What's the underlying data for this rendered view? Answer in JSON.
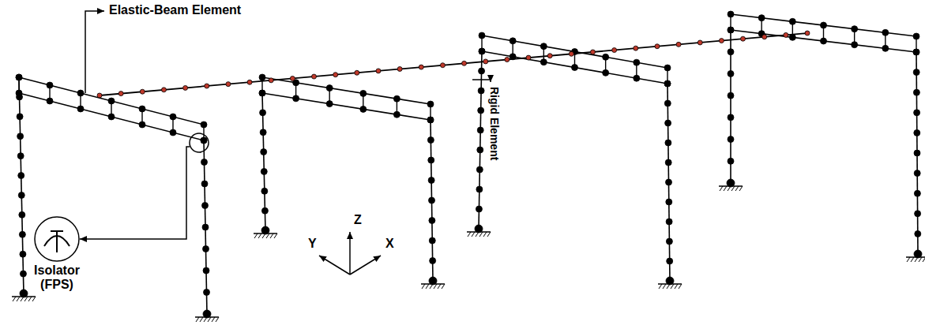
{
  "diagram": {
    "labels": [
      "Elastic-Beam Element",
      "Isolator (FPS)",
      "Rigid Element",
      "Y",
      "Z",
      "X"
    ]
  }
}
